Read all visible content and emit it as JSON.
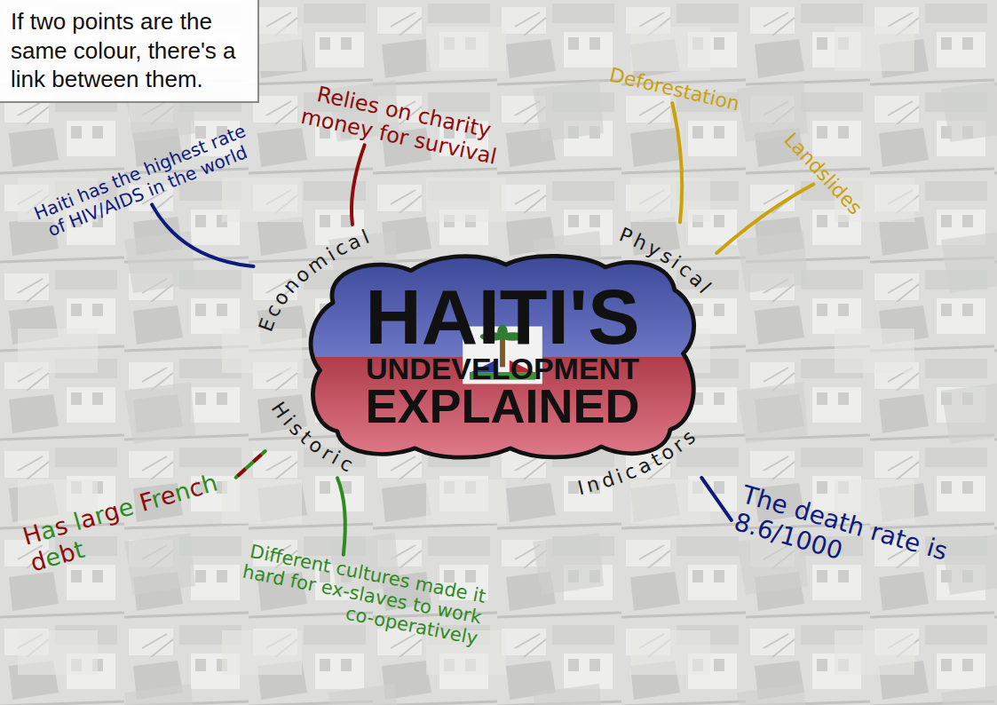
{
  "diagram": {
    "nodes": [
      {
        "text": [
          "If two points are the same colour, there's a link between them."
        ]
      },
      {
        "text": [
          "HAITI'S",
          "UNDEVELOPMENT",
          "EXPLAINED"
        ]
      },
      {
        "text": [
          "Economical"
        ]
      },
      {
        "text": [
          "Physical"
        ]
      },
      {
        "text": [
          "Historic"
        ]
      },
      {
        "text": [
          "Indicators"
        ]
      },
      {
        "text": [
          "Relies on charity money for survival"
        ]
      },
      {
        "text": [
          "Haiti has the highest rate of HIV/AIDS in the world"
        ]
      },
      {
        "text": [
          "Deforestation"
        ]
      },
      {
        "text": [
          "Landslides"
        ]
      },
      {
        "text": [
          "Has large French debt"
        ]
      },
      {
        "text": [
          "Different cultures made it hard for ex-slaves to work co-operatively"
        ]
      },
      {
        "text": [
          "The death rate is 8.6/1000"
        ]
      }
    ],
    "edges": [
      {
        "from": 2,
        "to": 7,
        "arrow": "none"
      },
      {
        "from": 2,
        "to": 6,
        "arrow": "none"
      },
      {
        "from": 3,
        "to": 8,
        "arrow": "none"
      },
      {
        "from": 3,
        "to": 9,
        "arrow": "none"
      },
      {
        "from": 4,
        "to": 10,
        "arrow": "none"
      },
      {
        "from": 4,
        "to": 11,
        "arrow": "none"
      },
      {
        "from": 5,
        "to": 12,
        "arrow": "none"
      }
    ]
  }
}
